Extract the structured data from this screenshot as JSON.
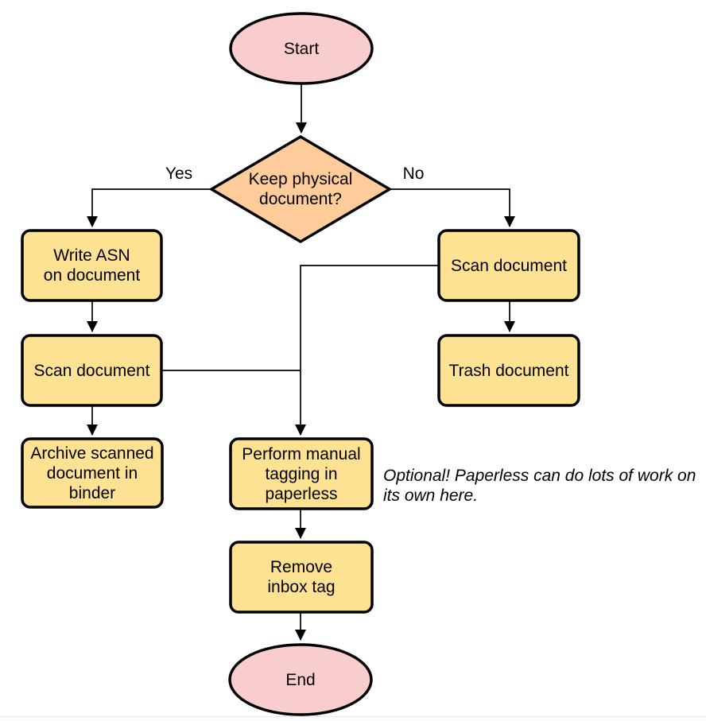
{
  "diagram": {
    "type": "flowchart",
    "colors": {
      "terminator_fill": "#F9CDCD",
      "decision_fill": "#FECC9A",
      "process_fill": "#FCE292",
      "stroke": "#000000",
      "connector": "#000000",
      "text": "#000000"
    },
    "nodes": {
      "start": {
        "label": "Start",
        "shape": "terminator"
      },
      "keep_physical": {
        "label": "Keep physical\ndocument?",
        "shape": "decision"
      },
      "write_asn": {
        "label": "Write ASN\non document",
        "shape": "process"
      },
      "scan_left": {
        "label": "Scan document",
        "shape": "process"
      },
      "archive": {
        "label": "Archive scanned\ndocument in\nbinder",
        "shape": "process"
      },
      "scan_right": {
        "label": "Scan document",
        "shape": "process"
      },
      "trash": {
        "label": "Trash document",
        "shape": "process"
      },
      "tagging": {
        "label": "Perform manual\ntagging in\npaperless",
        "shape": "process"
      },
      "remove_inbox": {
        "label": "Remove\ninbox tag",
        "shape": "process"
      },
      "end": {
        "label": "End",
        "shape": "terminator"
      }
    },
    "edge_labels": {
      "yes": "Yes",
      "no": "No"
    },
    "note": {
      "text": "Optional! Paperless can do lots of work on\nits own here."
    }
  }
}
